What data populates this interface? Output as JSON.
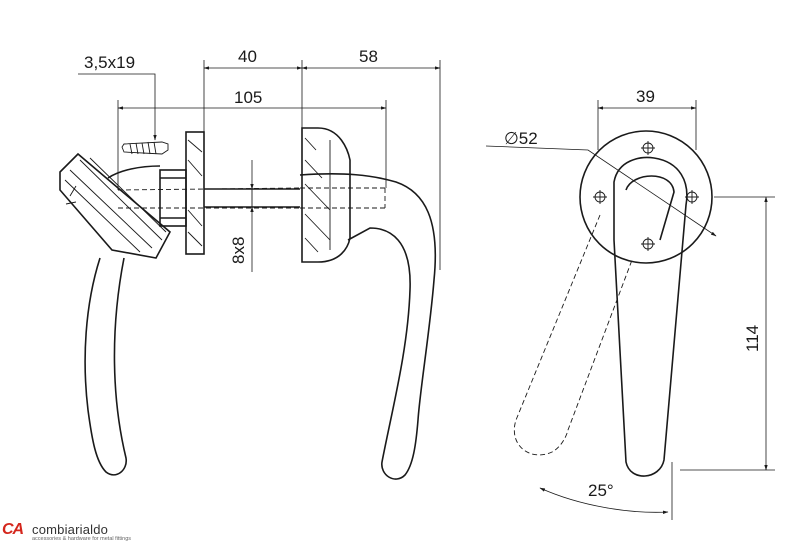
{
  "dimensions": {
    "screw": "3,5x19",
    "rose_depth": "40",
    "handle_depth": "58",
    "total_length": "105",
    "spindle": "8x8",
    "rose_diameter": "∅52",
    "rose_width": "39",
    "handle_height": "114",
    "rotation_angle": "25°"
  },
  "brand": {
    "name": "combiarialdo",
    "tagline": "accessories & hardware for metal fittings"
  }
}
